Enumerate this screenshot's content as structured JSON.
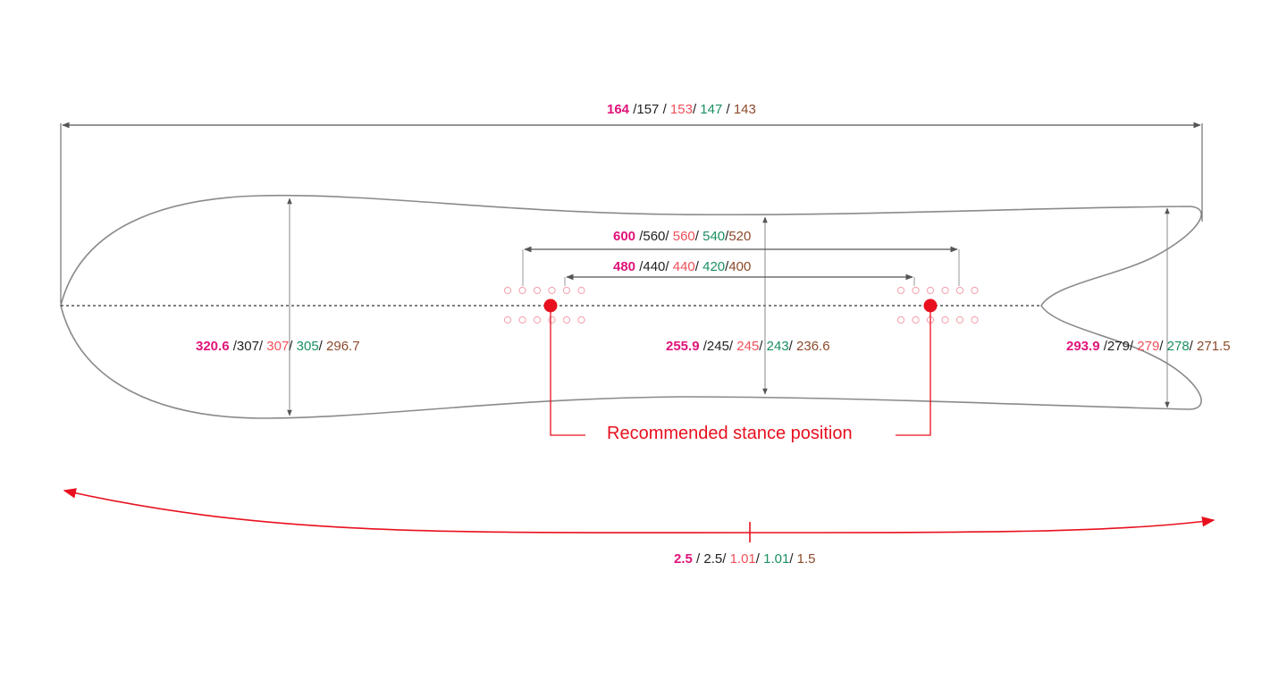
{
  "colors": {
    "size1": "#e0147a",
    "size2": "#222222",
    "size3": "#f0505a",
    "size4": "#1a9060",
    "size5": "#8b4a2b",
    "outline": "#8a8a8a",
    "stance": "#e8101e",
    "insert": "#f4a6b0"
  },
  "dimensions": {
    "length": [
      {
        "text": "164",
        "bold": true,
        "color": "size1"
      },
      {
        "text": " /",
        "color": "size2"
      },
      {
        "text": "157",
        "color": "size2"
      },
      {
        "text": " / ",
        "color": "size2"
      },
      {
        "text": "153",
        "color": "size3"
      },
      {
        "text": "/ ",
        "color": "size2"
      },
      {
        "text": "147",
        "color": "size4"
      },
      {
        "text": " / ",
        "color": "size2"
      },
      {
        "text": "143",
        "color": "size5"
      }
    ],
    "stance_outer": [
      {
        "text": "600",
        "bold": true,
        "color": "size1"
      },
      {
        "text": " /",
        "color": "size2"
      },
      {
        "text": "560",
        "color": "size2"
      },
      {
        "text": "/ ",
        "color": "size2"
      },
      {
        "text": "560",
        "color": "size3"
      },
      {
        "text": "/ ",
        "color": "size2"
      },
      {
        "text": "540",
        "color": "size4"
      },
      {
        "text": "/",
        "color": "size2"
      },
      {
        "text": "520",
        "color": "size5"
      }
    ],
    "stance_inner": [
      {
        "text": "480",
        "bold": true,
        "color": "size1"
      },
      {
        "text": " /",
        "color": "size2"
      },
      {
        "text": "440",
        "color": "size2"
      },
      {
        "text": "/ ",
        "color": "size2"
      },
      {
        "text": "440",
        "color": "size3"
      },
      {
        "text": "/ ",
        "color": "size2"
      },
      {
        "text": "420",
        "color": "size4"
      },
      {
        "text": "/",
        "color": "size2"
      },
      {
        "text": "400",
        "color": "size5"
      }
    ],
    "nose_width": [
      {
        "text": "320.6",
        "bold": true,
        "color": "size1"
      },
      {
        "text": " /",
        "color": "size2"
      },
      {
        "text": "307",
        "color": "size2"
      },
      {
        "text": "/ ",
        "color": "size2"
      },
      {
        "text": "307",
        "color": "size3"
      },
      {
        "text": "/ ",
        "color": "size2"
      },
      {
        "text": "305",
        "color": "size4"
      },
      {
        "text": "/ ",
        "color": "size2"
      },
      {
        "text": "296.7",
        "color": "size5"
      }
    ],
    "waist_width": [
      {
        "text": "255.9",
        "bold": true,
        "color": "size1"
      },
      {
        "text": " /",
        "color": "size2"
      },
      {
        "text": "245",
        "color": "size2"
      },
      {
        "text": "/ ",
        "color": "size2"
      },
      {
        "text": "245",
        "color": "size3"
      },
      {
        "text": "/ ",
        "color": "size2"
      },
      {
        "text": "243",
        "color": "size4"
      },
      {
        "text": "/ ",
        "color": "size2"
      },
      {
        "text": "236.6",
        "color": "size5"
      }
    ],
    "tail_width": [
      {
        "text": "293.9",
        "bold": true,
        "color": "size1"
      },
      {
        "text": " /",
        "color": "size2"
      },
      {
        "text": "279",
        "color": "size2"
      },
      {
        "text": "/ ",
        "color": "size2"
      },
      {
        "text": "279",
        "color": "size3"
      },
      {
        "text": "/ ",
        "color": "size2"
      },
      {
        "text": "278",
        "color": "size4"
      },
      {
        "text": "/ ",
        "color": "size2"
      },
      {
        "text": "271.5",
        "color": "size5"
      }
    ],
    "sidecut": [
      {
        "text": "2.5",
        "bold": true,
        "color": "size1"
      },
      {
        "text": " / ",
        "color": "size2"
      },
      {
        "text": "2.5",
        "color": "size2"
      },
      {
        "text": "/ ",
        "color": "size2"
      },
      {
        "text": "1.01",
        "color": "size3"
      },
      {
        "text": "/ ",
        "color": "size2"
      },
      {
        "text": "1.01",
        "color": "size4"
      },
      {
        "text": "/ ",
        "color": "size2"
      },
      {
        "text": "1.5",
        "color": "size5"
      }
    ]
  },
  "callout": {
    "label": "Recommended stance position"
  }
}
